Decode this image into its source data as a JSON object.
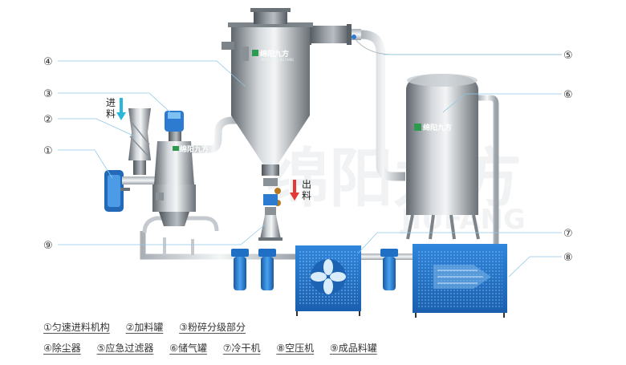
{
  "brand": {
    "name": "绵阳九方",
    "subtitle": "MIAN YANG JIU FANG",
    "watermark_cn": "绵阳九方",
    "watermark_en": "JIUFANG",
    "color": "#2e9a4f"
  },
  "flow_labels": {
    "feed_in": "进料",
    "discharge": "出料"
  },
  "callouts": [
    "①",
    "②",
    "③",
    "④",
    "⑤",
    "⑥",
    "⑦",
    "⑧",
    "⑨"
  ],
  "legend": [
    [
      "①匀速进料机构",
      "②加料罐",
      "③粉碎分级部分"
    ],
    [
      "④除尘器",
      "⑤应急过滤器",
      "⑥储气罐",
      "⑦冷干机",
      "⑧空压机",
      "⑨成品料罐"
    ]
  ],
  "colors": {
    "steel_dark": "#6d747a",
    "steel_light": "#e4e7ea",
    "equipment_blue": "#1f6fc4",
    "pipe": "#c7ccd1",
    "arrow_in": "#2bb7d9",
    "arrow_out": "#e53935",
    "leader": "#8fc9e6"
  }
}
